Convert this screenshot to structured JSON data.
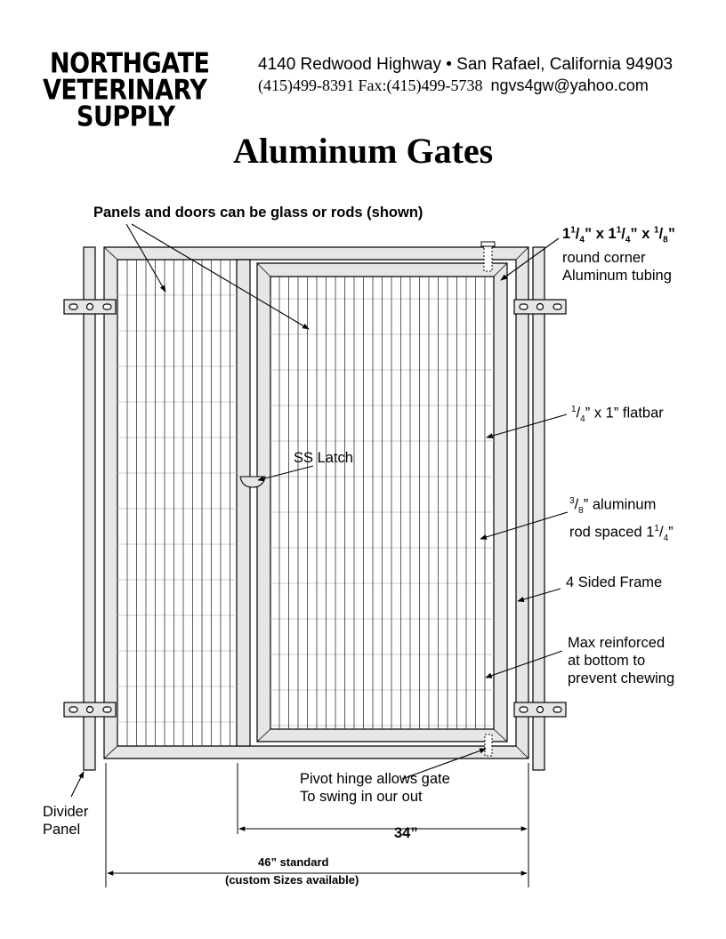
{
  "logo": {
    "lines": [
      "NORTHGATE",
      "VETERINARY",
      "SUPPLY"
    ]
  },
  "header": {
    "address": "4140 Redwood Highway • San Rafael, California 94903",
    "phone_fax": "(415)499-8391 Fax:(415)499-5738",
    "email": "ngvs4gw@yahoo.com"
  },
  "title": "Aluminum Gates",
  "labels": {
    "panels": "Panels and doors can be glass or rods (shown)",
    "tubing_line2": "round corner",
    "tubing_line3": "Aluminum tubing",
    "flatbar": "x 1” flatbar",
    "rod_line1": "aluminum",
    "rod_line2": "rod spaced 1",
    "frame": "4 Sided Frame",
    "max1": "Max reinforced",
    "max2": "at bottom to",
    "max3": "prevent chewing",
    "latch": "SS Latch",
    "pivot1": "Pivot hinge allows gate",
    "pivot2": "To swing in our out",
    "divider1": "Divider",
    "divider2": "Panel",
    "dim34": "34”",
    "dim46a": "46” standard",
    "dim46b": "(custom Sizes available)"
  }
}
